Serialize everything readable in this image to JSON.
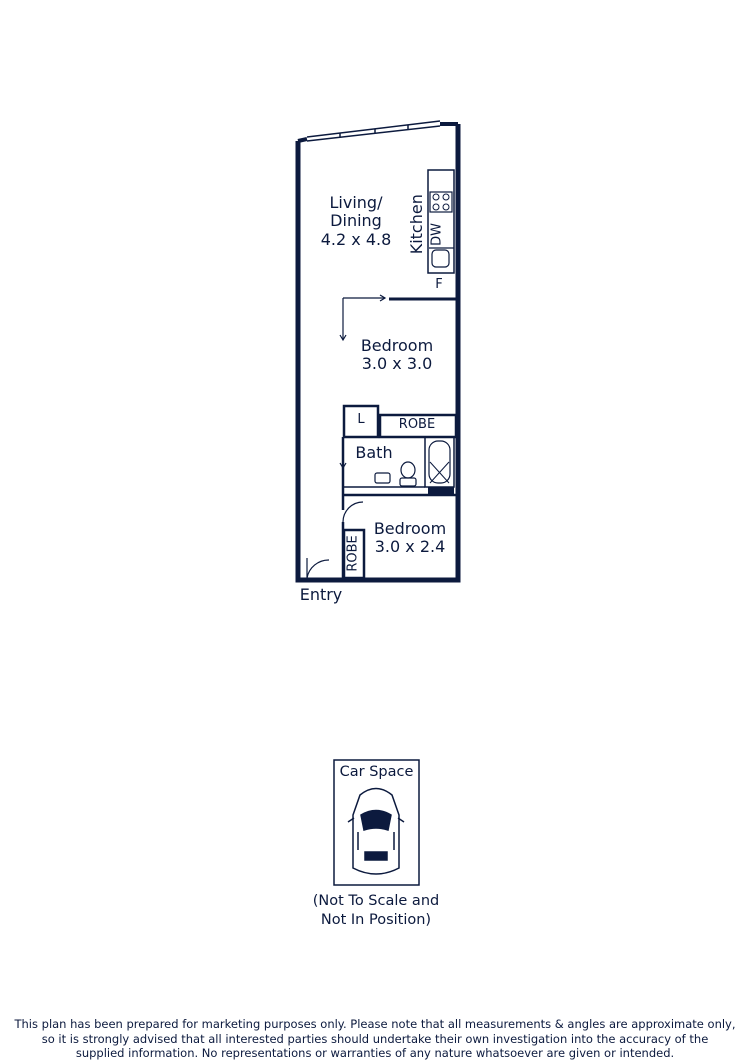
{
  "rooms": {
    "living": {
      "name": "Living/",
      "name2": "Dining",
      "dims": "4.2 x 4.8"
    },
    "kitchen": {
      "name": "Kitchen"
    },
    "dishwasher": "DW",
    "fridge": "F",
    "bedroom1": {
      "name": "Bedroom",
      "dims": "3.0 x 3.0"
    },
    "laundry": "L",
    "robe1": "ROBE",
    "bath": {
      "name": "Bath"
    },
    "bedroom2": {
      "name": "Bedroom",
      "dims": "3.0 x 2.4"
    },
    "robe2": "ROBE",
    "entry": "Entry"
  },
  "car_space": {
    "title": "Car Space"
  },
  "scale_note": {
    "line1": "(Not To Scale and",
    "line2": "Not In Position)"
  },
  "disclaimer": {
    "line1": "This plan has been prepared for marketing purposes only. Please note that all measurements & angles are approximate only,",
    "line2": "so it is strongly advised that all interested parties should undertake their own investigation into the accuracy of the",
    "line3": "supplied information. No representations or warranties of any nature whatsoever are given or intended."
  },
  "colors": {
    "wall": "#0c1a3e",
    "background": "#ffffff"
  }
}
